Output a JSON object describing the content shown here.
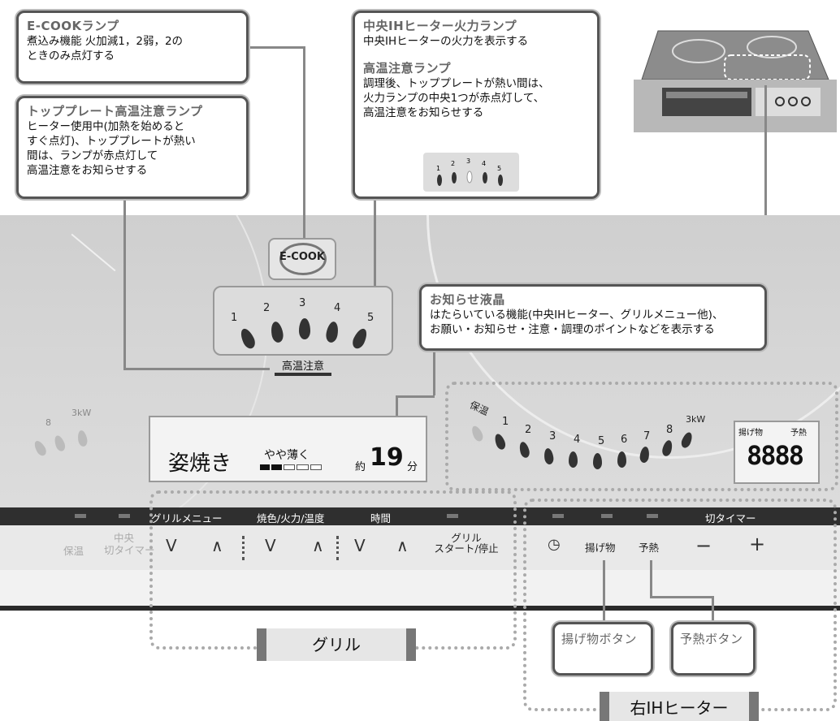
{
  "callouts": {
    "ecook": {
      "title": "E-COOKランプ",
      "text1": "煮込み機能 火加減1，2弱，2の",
      "text2": "ときのみ点灯する"
    },
    "topplate": {
      "title": "トッププレート高温注意ランプ",
      "text1": "ヒーター使用中(加熱を始めると",
      "text2": "すぐ点灯)、トッププレートが熱い",
      "text3": "間は、ランプが赤点灯して",
      "text4": "高温注意をお知らせする"
    },
    "center": {
      "title": "中央IHヒーター火力ランプ",
      "text1": "中央IHヒーターの火力を表示する",
      "title2": "高温注意ランプ",
      "text2": "調理後、トッププレートが熱い間は、",
      "text3": "火力ランプの中央1つが赤点灯して、",
      "text4": "高温注意をお知らせする"
    },
    "lcd": {
      "title": "お知らせ液晶",
      "text1": "はたらいている機能(中央IHヒーター、グリルメニュー他)、",
      "text2": "お願い・お知らせ・注意・調理のポイントなどを表示する"
    }
  },
  "panel": {
    "ecook_badge": "E-COOK",
    "scale": [
      "1",
      "2",
      "3",
      "4",
      "5"
    ],
    "high_temp_label": "高温注意",
    "lcd_menu": "姿焼き",
    "lcd_level": "やや薄く",
    "lcd_about": "約",
    "lcd_minutes": "19",
    "lcd_unit": "分",
    "right_scale": [
      "保温",
      "1",
      "2",
      "3",
      "4",
      "5",
      "6",
      "7",
      "8",
      "3kW"
    ],
    "right_display": {
      "agemono": "揚げ物",
      "yonetsu": "予熱",
      "digits": "8888"
    },
    "left_scale": [
      "8",
      "3kW"
    ]
  },
  "controls": {
    "grill_menu": "グリルメニュー",
    "color_heat_temp": "焼色/火力/温度",
    "time": "時間",
    "off_timer": "切タイマー",
    "down": "V",
    "up": "∧",
    "grill_start_line1": "グリル",
    "grill_start_line2": "スタート/停止",
    "agemono_btn": "揚げ物",
    "yonetsu_btn": "予熱",
    "minus": "−",
    "plus": "+",
    "left_btn1": "保温",
    "left_btn2": "中央",
    "left_btn3": "切タイマー"
  },
  "labels": {
    "grill": "グリル",
    "right_ih": "右IHヒーター",
    "agemono_button": "揚げ物ボタン",
    "yonetsu_button": "予熱ボタン"
  }
}
